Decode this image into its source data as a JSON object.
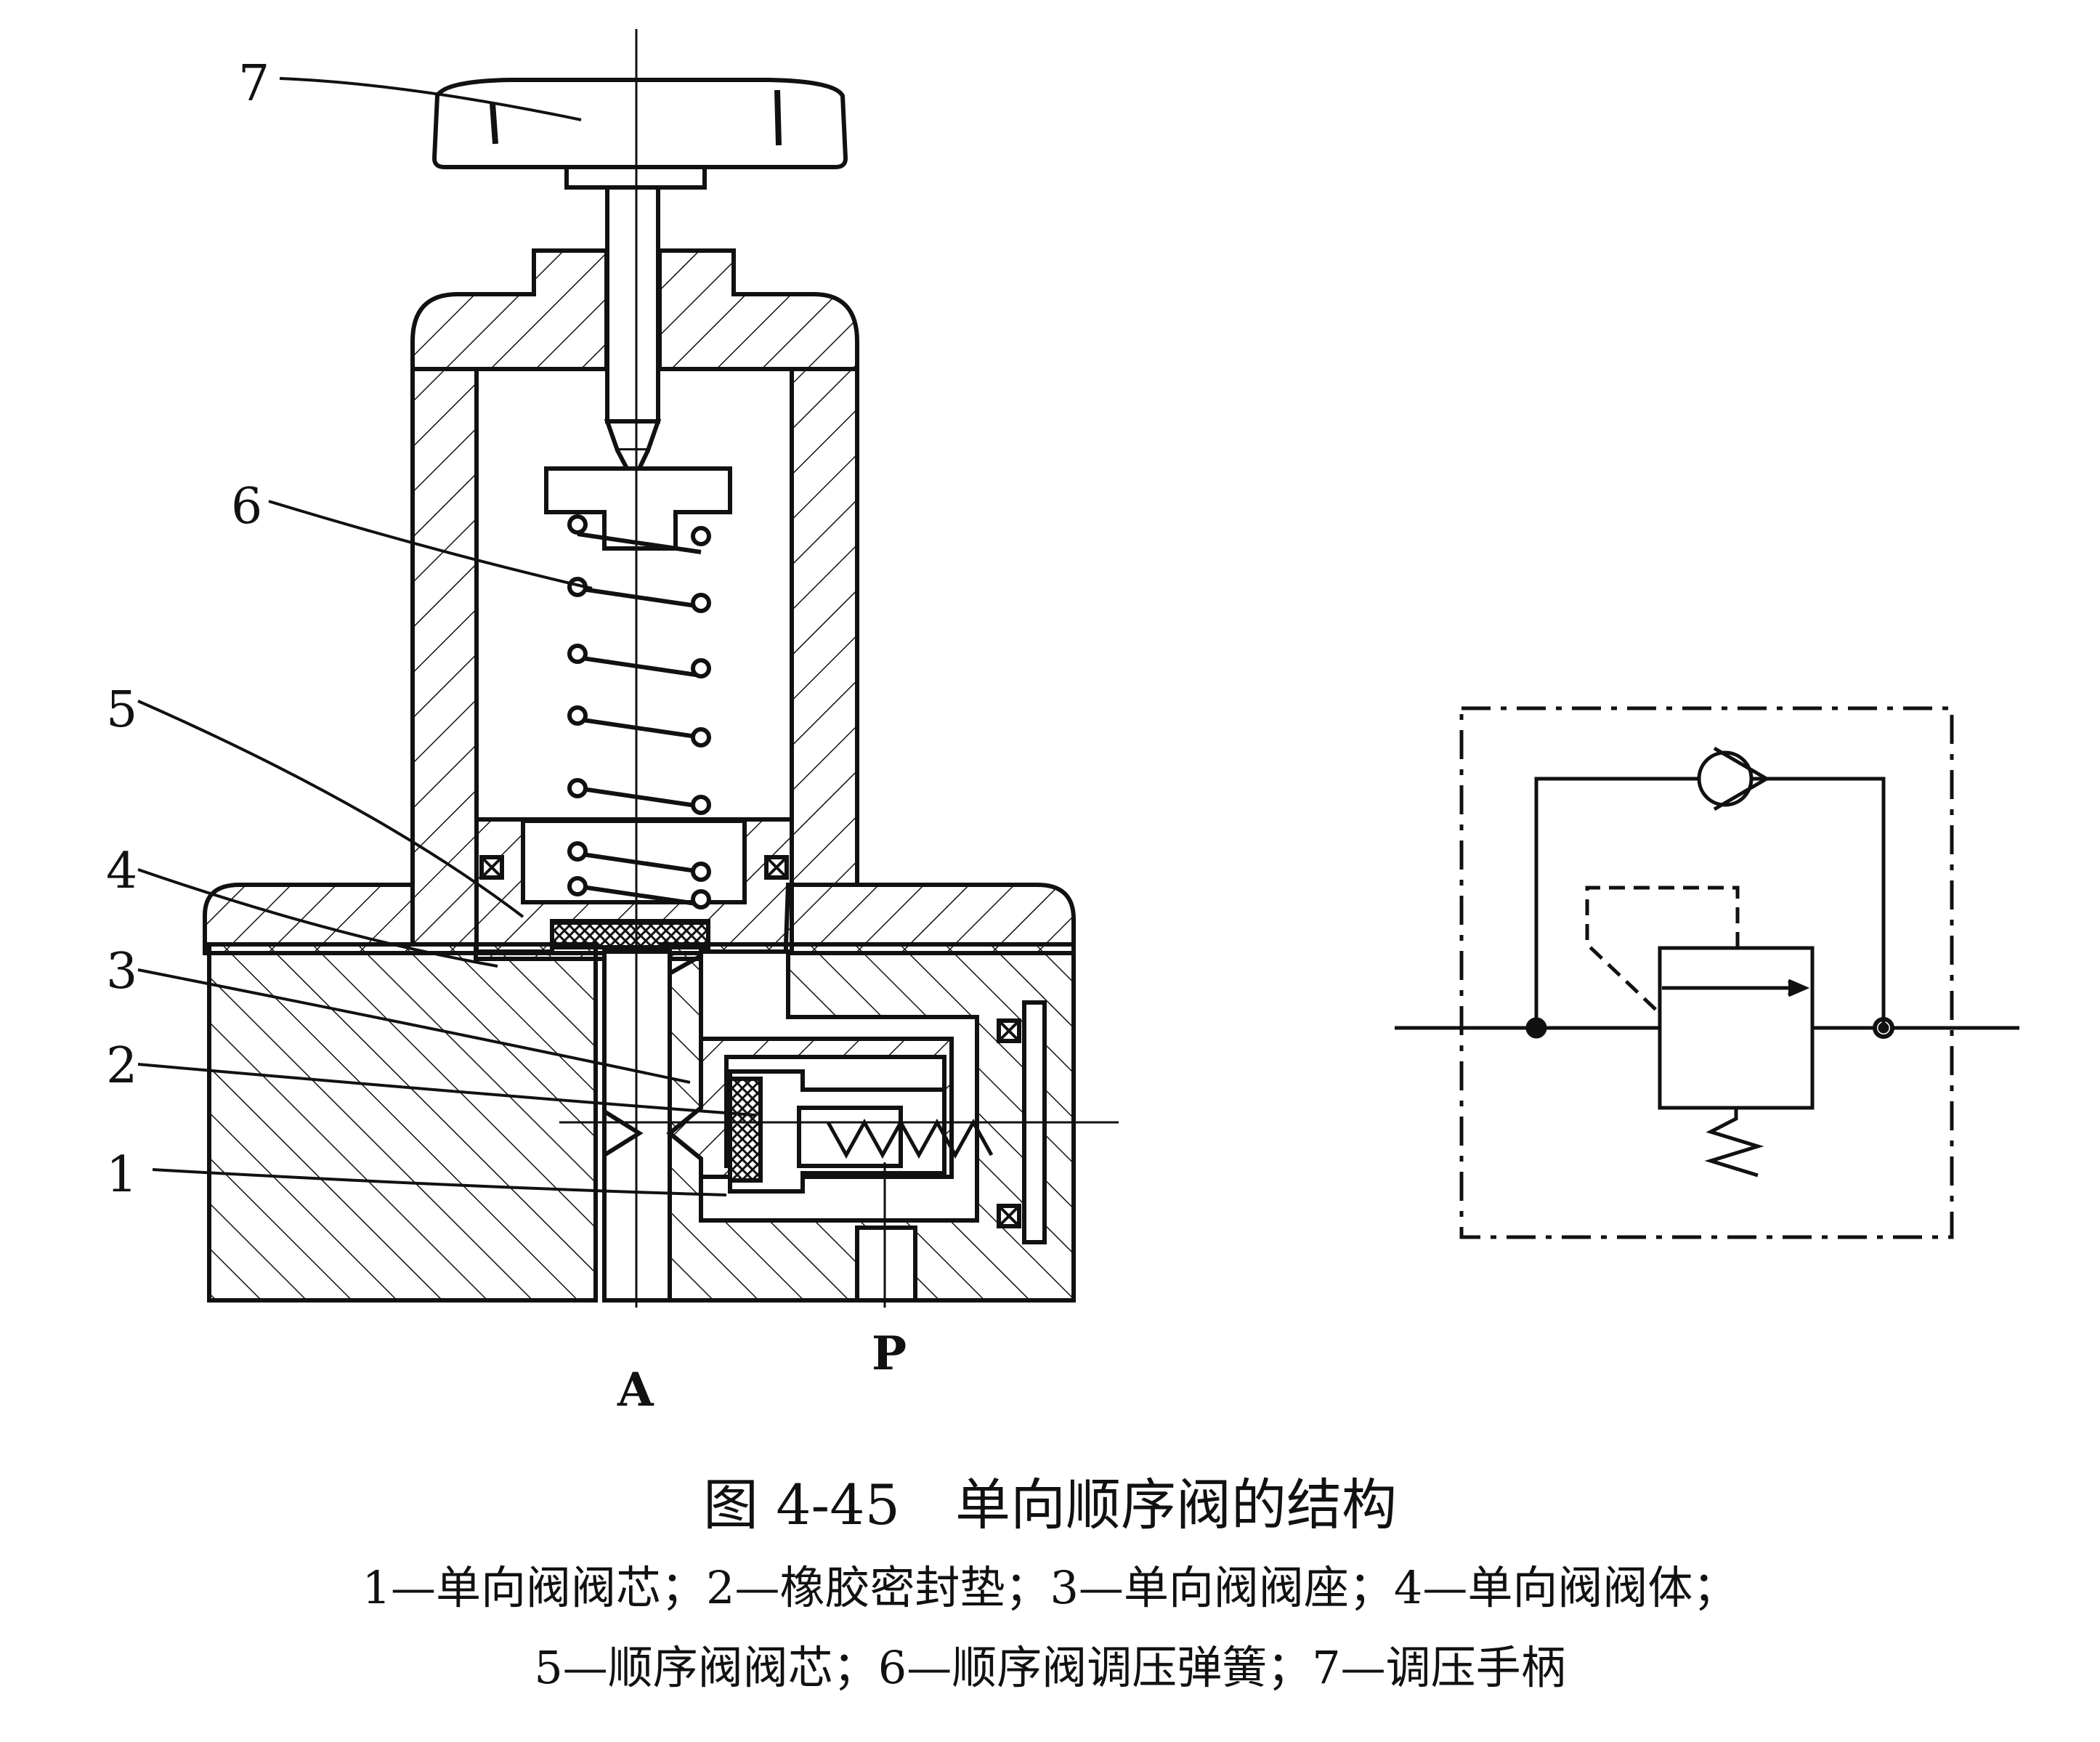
{
  "figure": {
    "title": "图 4-45　单向顺序阀的结构",
    "legend_line1": "1—单向阀阀芯；2—橡胶密封垫；3—单向阀阀座；4—单向阀阀体；",
    "legend_line2": "5—顺序阀阀芯；6—顺序阀调压弹簧；7—调压手柄"
  },
  "callouts": [
    {
      "number": "7",
      "part": "调压手柄"
    },
    {
      "number": "6",
      "part": "顺序阀调压弹簧"
    },
    {
      "number": "5",
      "part": "顺序阀阀芯"
    },
    {
      "number": "4",
      "part": "单向阀阀体"
    },
    {
      "number": "3",
      "part": "单向阀阀座"
    },
    {
      "number": "2",
      "part": "橡胶密封垫"
    },
    {
      "number": "1",
      "part": "单向阀阀芯"
    }
  ],
  "ports": {
    "a": "A",
    "p": "P"
  },
  "colors": {
    "ink": "#111111",
    "paper": "#ffffff"
  }
}
